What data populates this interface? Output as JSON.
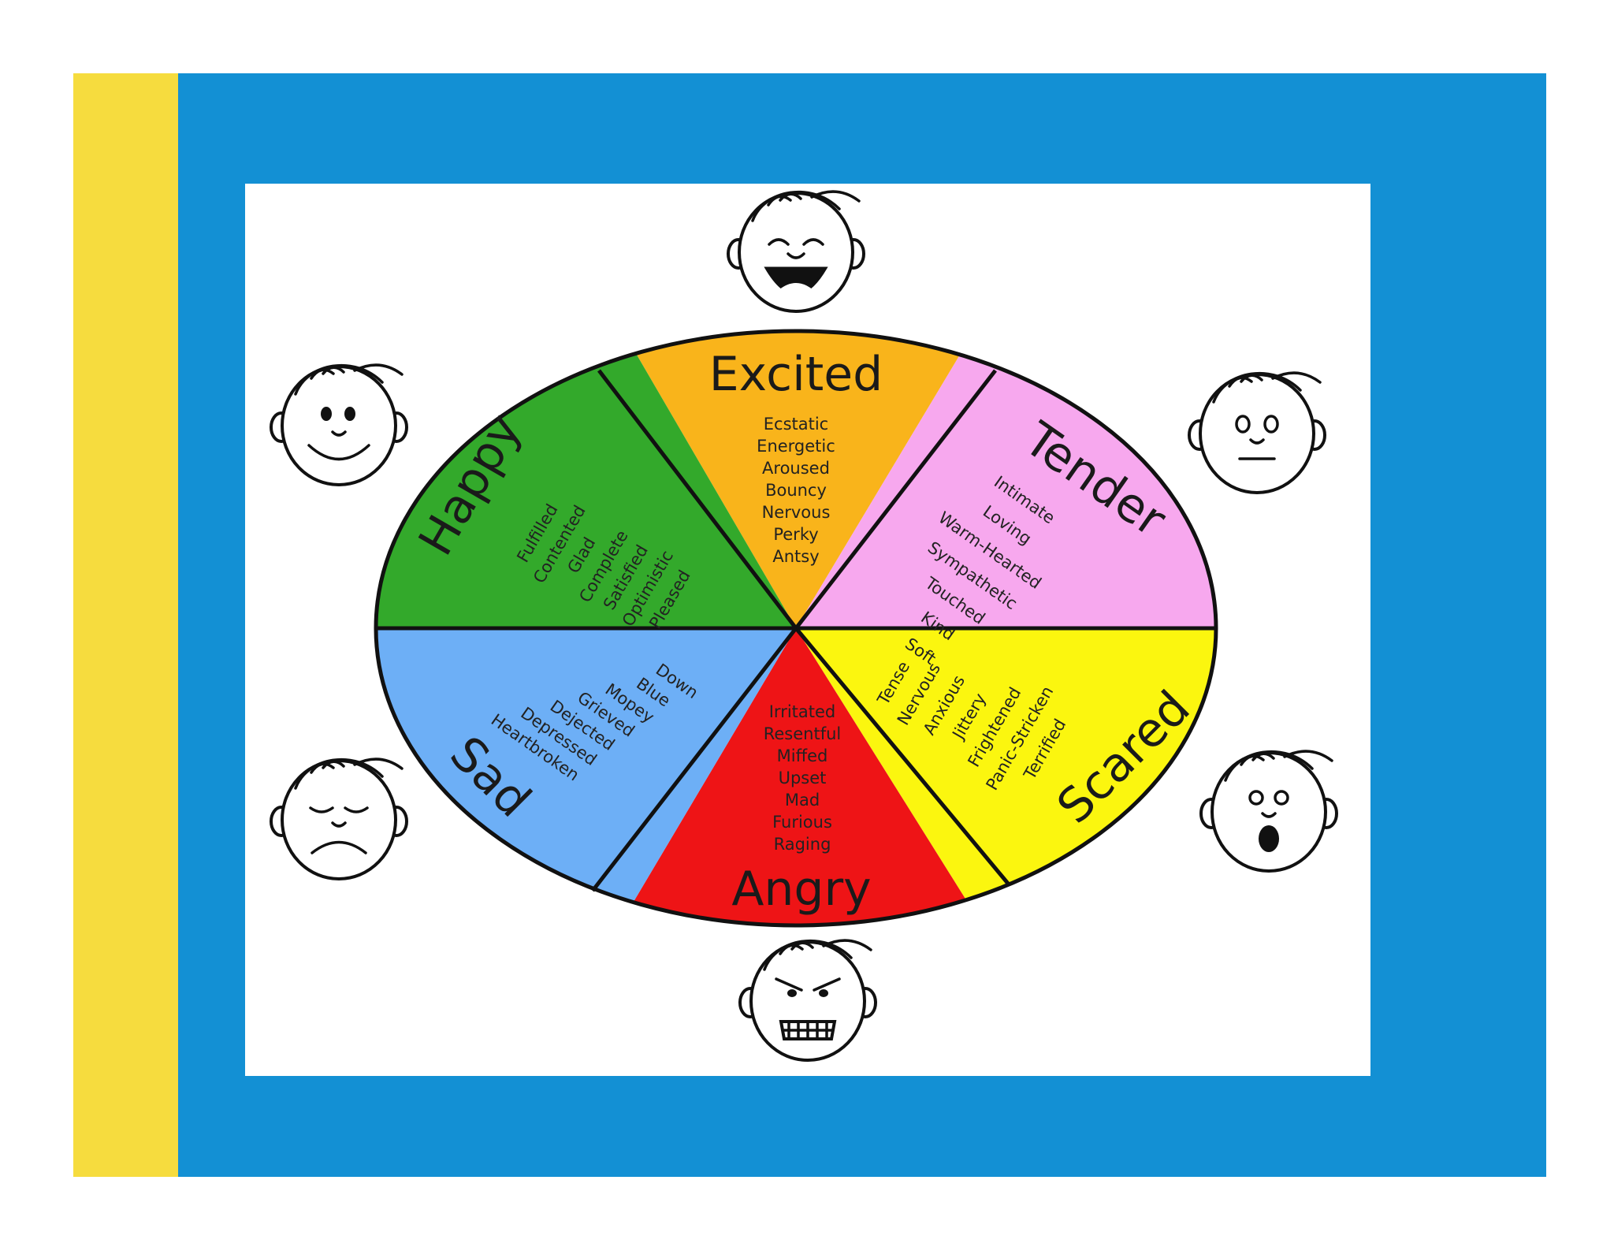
{
  "colors": {
    "background": "#ffffff",
    "side_stripe": "#f6dc3e",
    "frame": "#1390d4",
    "panel": "#ffffff",
    "outline": "#111111"
  },
  "wheel": {
    "segments": [
      {
        "id": "excited",
        "label": "Excited",
        "color": "#f9b41b",
        "words": [
          "Ecstatic",
          "Energetic",
          "Aroused",
          "Bouncy",
          "Nervous",
          "Perky",
          "Antsy"
        ]
      },
      {
        "id": "tender",
        "label": "Tender",
        "color": "#f7a8ee",
        "words": [
          "Intimate",
          "Loving",
          "Warm-Hearted",
          "Sympathetic",
          "Touched",
          "Kind",
          "Soft"
        ]
      },
      {
        "id": "scared",
        "label": "Scared",
        "color": "#fbf60f",
        "words": [
          "Tense",
          "Nervous",
          "Anxious",
          "Jittery",
          "Frightened",
          "Panic-Stricken",
          "Terrified"
        ]
      },
      {
        "id": "angry",
        "label": "Angry",
        "color": "#ee1416",
        "words": [
          "Irritated",
          "Resentful",
          "Miffed",
          "Upset",
          "Mad",
          "Furious",
          "Raging"
        ]
      },
      {
        "id": "sad",
        "label": "Sad",
        "color": "#6daff6",
        "words": [
          "Down",
          "Blue",
          "Mopey",
          "Grieved",
          "Dejected",
          "Depressed",
          "Heartbroken"
        ]
      },
      {
        "id": "happy",
        "label": "Happy",
        "color": "#33a92b",
        "words": [
          "Fulfilled",
          "Contented",
          "Glad",
          "Complete",
          "Satisfied",
          "Optimistic",
          "Pleased"
        ]
      }
    ]
  },
  "faces": [
    {
      "name": "laughing-face-icon",
      "expression": "laughing"
    },
    {
      "name": "smiling-face-icon",
      "expression": "smiling"
    },
    {
      "name": "neutral-face-icon",
      "expression": "neutral"
    },
    {
      "name": "frowning-face-icon",
      "expression": "frowning"
    },
    {
      "name": "shocked-face-icon",
      "expression": "shocked"
    },
    {
      "name": "angry-face-icon",
      "expression": "angry"
    }
  ]
}
